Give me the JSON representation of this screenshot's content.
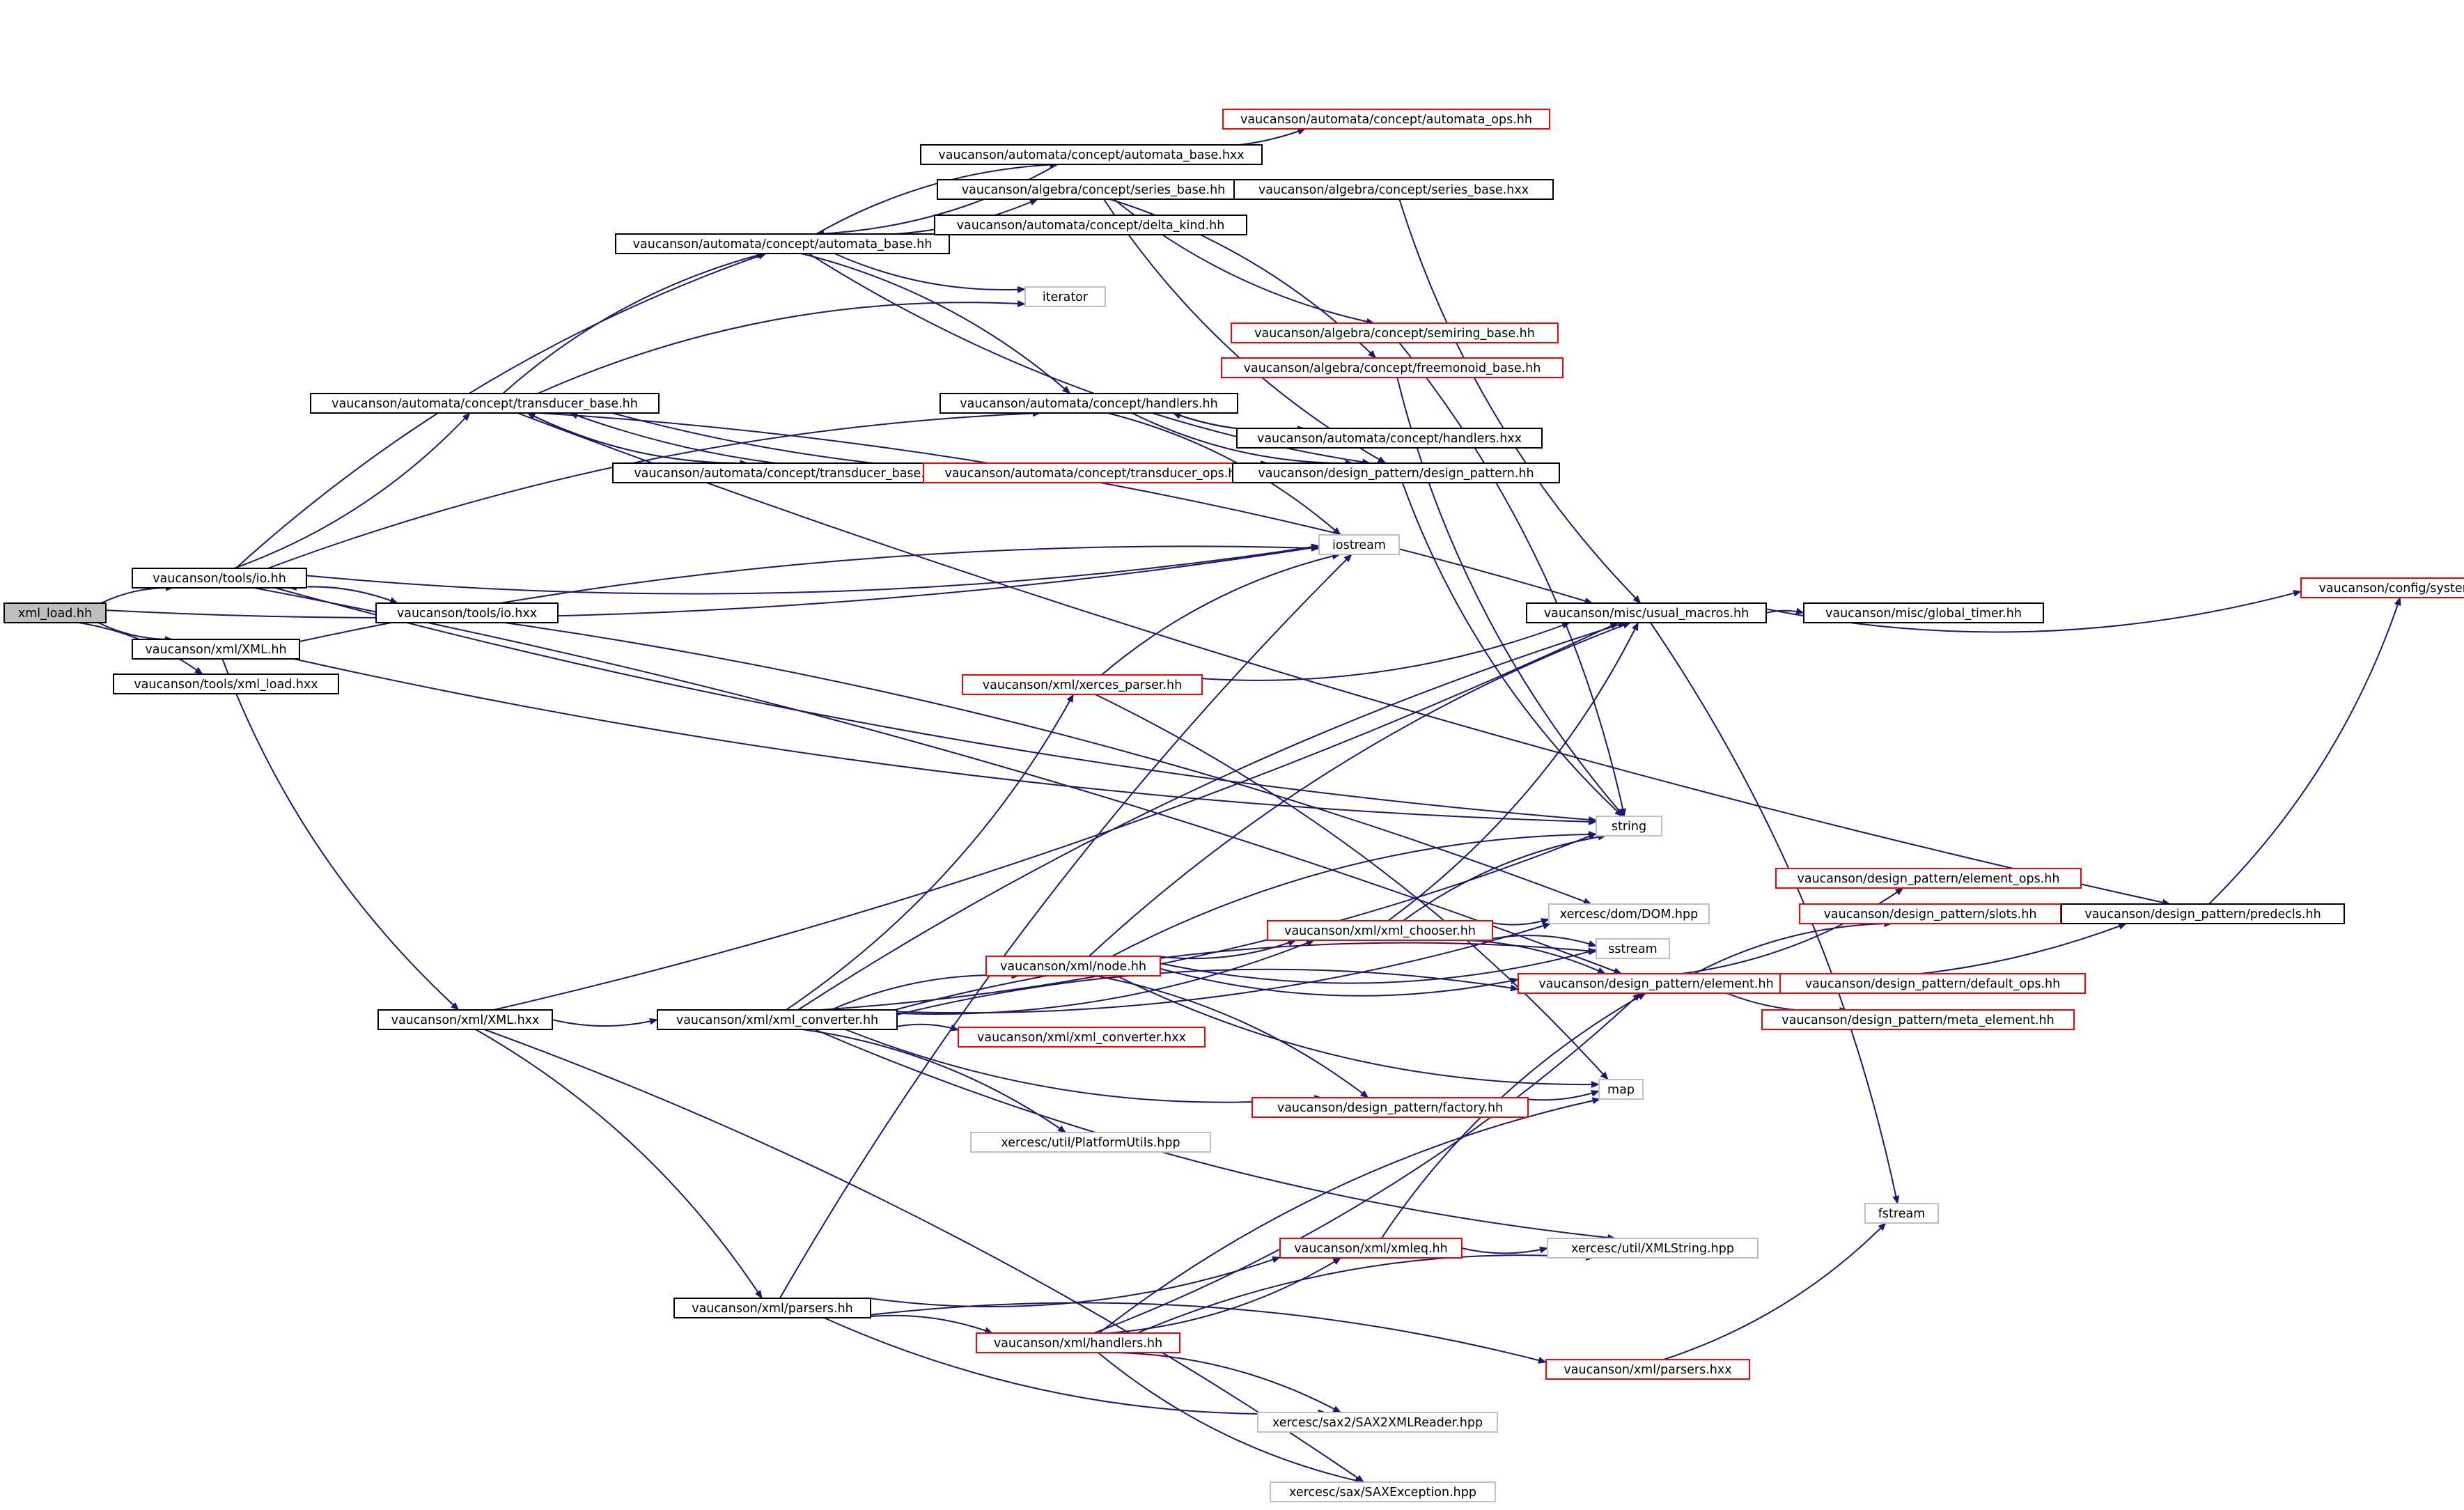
{
  "colors": {
    "edge": "#191970",
    "box_border_default": "#000000",
    "box_border_truncated": "#ff0000",
    "box_border_external": "#bfbfbf",
    "root_fill": "#bfbfbf",
    "node_fill": "#ffffff"
  },
  "nodes": [
    {
      "id": "root",
      "label": "xml_load.hh",
      "style": "root"
    },
    {
      "id": "io_hh",
      "label": "vaucanson/tools/io.hh",
      "style": "normal"
    },
    {
      "id": "xml_hh",
      "label": "vaucanson/xml/XML.hh",
      "style": "normal"
    },
    {
      "id": "xml_load_hxx",
      "label": "vaucanson/tools/xml_load.hxx",
      "style": "normal"
    },
    {
      "id": "io_hxx",
      "label": "vaucanson/tools/io.hxx",
      "style": "normal"
    },
    {
      "id": "automata_base_hh",
      "label": "vaucanson/automata/concept/automata_base.hh",
      "style": "normal"
    },
    {
      "id": "transducer_base_hh",
      "label": "vaucanson/automata/concept/transducer_base.hh",
      "style": "normal"
    },
    {
      "id": "transducer_base_hxx",
      "label": "vaucanson/automata/concept/transducer_base.hxx",
      "style": "normal"
    },
    {
      "id": "transducer_ops_hh",
      "label": "vaucanson/automata/concept/transducer_ops.hh",
      "style": "truncated"
    },
    {
      "id": "automata_ops_hh",
      "label": "vaucanson/automata/concept/automata_ops.hh",
      "style": "truncated"
    },
    {
      "id": "automata_base_hxx",
      "label": "vaucanson/automata/concept/automata_base.hxx",
      "style": "normal"
    },
    {
      "id": "series_base_hh",
      "label": "vaucanson/algebra/concept/series_base.hh",
      "style": "normal"
    },
    {
      "id": "series_base_hxx",
      "label": "vaucanson/algebra/concept/series_base.hxx",
      "style": "normal"
    },
    {
      "id": "delta_kind_hh",
      "label": "vaucanson/automata/concept/delta_kind.hh",
      "style": "normal"
    },
    {
      "id": "iterator",
      "label": "iterator",
      "style": "external"
    },
    {
      "id": "semiring_base_hh",
      "label": "vaucanson/algebra/concept/semiring_base.hh",
      "style": "truncated"
    },
    {
      "id": "freemonoid_base_hh",
      "label": "vaucanson/algebra/concept/freemonoid_base.hh",
      "style": "truncated"
    },
    {
      "id": "handlers_hh",
      "label": "vaucanson/automata/concept/handlers.hh",
      "style": "normal"
    },
    {
      "id": "handlers_hxx",
      "label": "vaucanson/automata/concept/handlers.hxx",
      "style": "normal"
    },
    {
      "id": "design_pattern_hh",
      "label": "vaucanson/design_pattern/design_pattern.hh",
      "style": "normal"
    },
    {
      "id": "iostream",
      "label": "iostream",
      "style": "external"
    },
    {
      "id": "usual_macros_hh",
      "label": "vaucanson/misc/usual_macros.hh",
      "style": "normal"
    },
    {
      "id": "global_timer_hh",
      "label": "vaucanson/misc/global_timer.hh",
      "style": "normal"
    },
    {
      "id": "system_hh",
      "label": "vaucanson/config/system.hh",
      "style": "truncated"
    },
    {
      "id": "xerces_parser_hh",
      "label": "vaucanson/xml/xerces_parser.hh",
      "style": "truncated"
    },
    {
      "id": "string",
      "label": "string",
      "style": "external"
    },
    {
      "id": "element_ops_hh",
      "label": "vaucanson/design_pattern/element_ops.hh",
      "style": "truncated"
    },
    {
      "id": "slots_hh",
      "label": "vaucanson/design_pattern/slots.hh",
      "style": "truncated"
    },
    {
      "id": "predecls_hh",
      "label": "vaucanson/design_pattern/predecls.hh",
      "style": "normal"
    },
    {
      "id": "xml_chooser_hh",
      "label": "vaucanson/xml/xml_chooser.hh",
      "style": "truncated"
    },
    {
      "id": "dom_hpp",
      "label": "xercesc/dom/DOM.hpp",
      "style": "external"
    },
    {
      "id": "node_hh",
      "label": "vaucanson/xml/node.hh",
      "style": "truncated"
    },
    {
      "id": "sstream",
      "label": "sstream",
      "style": "external"
    },
    {
      "id": "element_hh",
      "label": "vaucanson/design_pattern/element.hh",
      "style": "truncated"
    },
    {
      "id": "default_ops_hh",
      "label": "vaucanson/design_pattern/default_ops.hh",
      "style": "truncated"
    },
    {
      "id": "meta_element_hh",
      "label": "vaucanson/design_pattern/meta_element.hh",
      "style": "truncated"
    },
    {
      "id": "xml_hxx",
      "label": "vaucanson/xml/XML.hxx",
      "style": "normal"
    },
    {
      "id": "xml_converter_hh",
      "label": "vaucanson/xml/xml_converter.hh",
      "style": "normal"
    },
    {
      "id": "xml_converter_hxx",
      "label": "vaucanson/xml/xml_converter.hxx",
      "style": "truncated"
    },
    {
      "id": "map",
      "label": "map",
      "style": "external"
    },
    {
      "id": "factory_hh",
      "label": "vaucanson/design_pattern/factory.hh",
      "style": "truncated"
    },
    {
      "id": "platformutils_hpp",
      "label": "xercesc/util/PlatformUtils.hpp",
      "style": "external"
    },
    {
      "id": "fstream",
      "label": "fstream",
      "style": "external"
    },
    {
      "id": "xmleq_hh",
      "label": "vaucanson/xml/xmleq.hh",
      "style": "truncated"
    },
    {
      "id": "xmlstring_hpp",
      "label": "xercesc/util/XMLString.hpp",
      "style": "external"
    },
    {
      "id": "parsers_hh",
      "label": "vaucanson/xml/parsers.hh",
      "style": "normal"
    },
    {
      "id": "handlers_xml_hh",
      "label": "vaucanson/xml/handlers.hh",
      "style": "truncated"
    },
    {
      "id": "parsers_hxx",
      "label": "vaucanson/xml/parsers.hxx",
      "style": "truncated"
    },
    {
      "id": "sax2xmlreader_hpp",
      "label": "xercesc/sax2/SAX2XMLReader.hpp",
      "style": "external"
    },
    {
      "id": "saxexception_hpp",
      "label": "xercesc/sax/SAXException.hpp",
      "style": "external"
    }
  ],
  "edges": [
    [
      "root",
      "io_hh"
    ],
    [
      "root",
      "xml_hh"
    ],
    [
      "root",
      "xml_load_hxx"
    ],
    [
      "root",
      "iostream"
    ],
    [
      "io_hh",
      "automata_base_hh"
    ],
    [
      "io_hh",
      "transducer_base_hh"
    ],
    [
      "io_hh",
      "handlers_hh"
    ],
    [
      "io_hh",
      "iostream"
    ],
    [
      "io_hh",
      "io_hxx"
    ],
    [
      "io_hh",
      "string"
    ],
    [
      "io_hh",
      "element_hh"
    ],
    [
      "io_hxx",
      "io_hh"
    ],
    [
      "io_hxx",
      "dom_hpp"
    ],
    [
      "xml_hh",
      "xml_hxx"
    ],
    [
      "xml_hh",
      "iostream"
    ],
    [
      "xml_hh",
      "string"
    ],
    [
      "automata_base_hh",
      "automata_base_hxx"
    ],
    [
      "automata_base_hh",
      "series_base_hh"
    ],
    [
      "automata_base_hh",
      "delta_kind_hh"
    ],
    [
      "automata_base_hh",
      "iterator"
    ],
    [
      "automata_base_hh",
      "handlers_hh"
    ],
    [
      "automata_base_hh",
      "design_pattern_hh"
    ],
    [
      "automata_base_hxx",
      "automata_base_hh"
    ],
    [
      "automata_base_hxx",
      "automata_ops_hh"
    ],
    [
      "series_base_hh",
      "series_base_hxx"
    ],
    [
      "series_base_hh",
      "semiring_base_hh"
    ],
    [
      "series_base_hh",
      "freemonoid_base_hh"
    ],
    [
      "series_base_hh",
      "design_pattern_hh"
    ],
    [
      "series_base_hxx",
      "series_base_hh"
    ],
    [
      "series_base_hxx",
      "usual_macros_hh"
    ],
    [
      "transducer_base_hh",
      "automata_base_hh"
    ],
    [
      "transducer_base_hh",
      "transducer_base_hxx"
    ],
    [
      "transducer_base_hh",
      "iterator"
    ],
    [
      "transducer_base_hh",
      "predecls_hh"
    ],
    [
      "transducer_base_hh",
      "usual_macros_hh"
    ],
    [
      "transducer_base_hh",
      "design_pattern_hh"
    ],
    [
      "transducer_base_hxx",
      "transducer_base_hh"
    ],
    [
      "transducer_base_hxx",
      "transducer_ops_hh"
    ],
    [
      "transducer_ops_hh",
      "transducer_base_hh"
    ],
    [
      "handlers_hh",
      "handlers_hxx"
    ],
    [
      "handlers_hh",
      "iostream"
    ],
    [
      "handlers_hh",
      "design_pattern_hh"
    ],
    [
      "handlers_hxx",
      "handlers_hh"
    ],
    [
      "design_pattern_hh",
      "string"
    ],
    [
      "semiring_base_hh",
      "string"
    ],
    [
      "freemonoid_base_hh",
      "string"
    ],
    [
      "usual_macros_hh",
      "global_timer_hh"
    ],
    [
      "usual_macros_hh",
      "system_hh"
    ],
    [
      "usual_macros_hh",
      "fstream"
    ],
    [
      "predecls_hh",
      "system_hh"
    ],
    [
      "xerces_parser_hh",
      "iostream"
    ],
    [
      "xerces_parser_hh",
      "usual_macros_hh"
    ],
    [
      "xerces_parser_hh",
      "map"
    ],
    [
      "xml_hxx",
      "xml_converter_hh"
    ],
    [
      "xml_hxx",
      "parsers_hh"
    ],
    [
      "xml_hxx",
      "usual_macros_hh"
    ],
    [
      "xml_hxx",
      "saxexception_hpp"
    ],
    [
      "xml_converter_hh",
      "xerces_parser_hh"
    ],
    [
      "xml_converter_hh",
      "node_hh"
    ],
    [
      "xml_converter_hh",
      "xml_chooser_hh"
    ],
    [
      "xml_converter_hh",
      "xml_converter_hxx"
    ],
    [
      "xml_converter_hh",
      "factory_hh"
    ],
    [
      "xml_converter_hh",
      "platformutils_hpp"
    ],
    [
      "xml_converter_hh",
      "string"
    ],
    [
      "xml_converter_hh",
      "sstream"
    ],
    [
      "xml_converter_hh",
      "dom_hpp"
    ],
    [
      "xml_converter_hh",
      "element_hh"
    ],
    [
      "xml_converter_hh",
      "xmlstring_hpp"
    ],
    [
      "xml_converter_hh",
      "usual_macros_hh"
    ],
    [
      "node_hh",
      "xml_chooser_hh"
    ],
    [
      "node_hh",
      "string"
    ],
    [
      "node_hh",
      "map"
    ],
    [
      "node_hh",
      "factory_hh"
    ],
    [
      "node_hh",
      "element_hh"
    ],
    [
      "node_hh",
      "usual_macros_hh"
    ],
    [
      "node_hh",
      "sstream"
    ],
    [
      "xml_chooser_hh",
      "string"
    ],
    [
      "xml_chooser_hh",
      "dom_hpp"
    ],
    [
      "xml_chooser_hh",
      "element_hh"
    ],
    [
      "xml_chooser_hh",
      "usual_macros_hh"
    ],
    [
      "xml_chooser_hh",
      "sstream"
    ],
    [
      "element_hh",
      "element_ops_hh"
    ],
    [
      "element_hh",
      "slots_hh"
    ],
    [
      "element_hh",
      "predecls_hh"
    ],
    [
      "element_hh",
      "default_ops_hh"
    ],
    [
      "element_hh",
      "meta_element_hh"
    ],
    [
      "slots_hh",
      "predecls_hh"
    ],
    [
      "factory_hh",
      "map"
    ],
    [
      "parsers_hh",
      "iostream"
    ],
    [
      "parsers_hh",
      "xmleq_hh"
    ],
    [
      "parsers_hh",
      "handlers_xml_hh"
    ],
    [
      "parsers_hh",
      "sax2xmlreader_hpp"
    ],
    [
      "parsers_hh",
      "parsers_hxx"
    ],
    [
      "xmleq_hh",
      "xmlstring_hpp"
    ],
    [
      "xmleq_hh",
      "element_hh"
    ],
    [
      "handlers_xml_hh",
      "xmleq_hh"
    ],
    [
      "handlers_xml_hh",
      "sax2xmlreader_hpp"
    ],
    [
      "handlers_xml_hh",
      "saxexception_hpp"
    ],
    [
      "handlers_xml_hh",
      "map"
    ],
    [
      "handlers_xml_hh",
      "element_hh"
    ],
    [
      "handlers_xml_hh",
      "xmlstring_hpp"
    ],
    [
      "parsers_hxx",
      "fstream"
    ]
  ]
}
